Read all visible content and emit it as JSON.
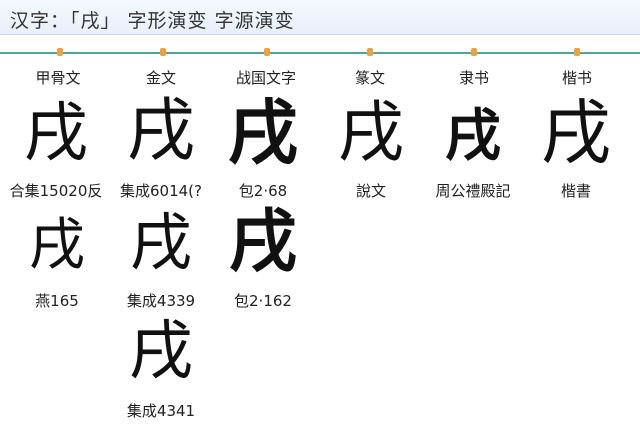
{
  "header": {
    "title": "汉字：「戌」 字形演变 字源演变"
  },
  "eras": [
    "甲骨文",
    "金文",
    "战国文字",
    "篆文",
    "隶书",
    "楷书"
  ],
  "glyph_char": "戌",
  "specimens": [
    {
      "era": "甲骨文",
      "source": "合集15020反"
    },
    {
      "era": "甲骨文",
      "source": "燕165"
    },
    {
      "era": "金文",
      "source": "集成6014(?"
    },
    {
      "era": "金文",
      "source": "集成4339"
    },
    {
      "era": "金文",
      "source": "集成4341"
    },
    {
      "era": "战国文字",
      "source": "包2·68"
    },
    {
      "era": "战国文字",
      "source": "包2·162"
    },
    {
      "era": "篆文",
      "source": "說文"
    },
    {
      "era": "隶书",
      "source": "周公禮殿記"
    },
    {
      "era": "楷书",
      "source": "楷書"
    }
  ]
}
